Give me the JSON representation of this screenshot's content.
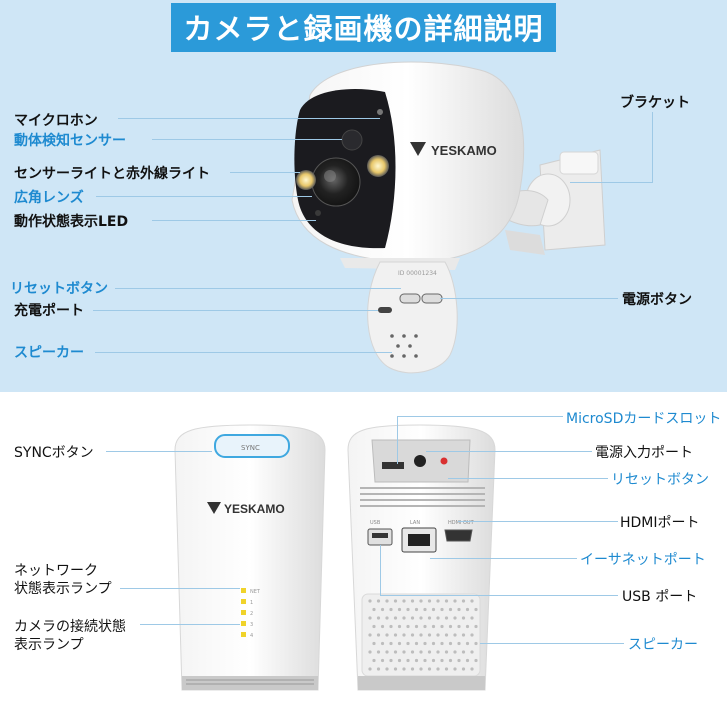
{
  "title": "カメラと録画機の詳細説明",
  "brand": "YESKAMO",
  "sync_text": "SYNC",
  "led_labels": [
    "NET",
    "1",
    "2",
    "3",
    "4"
  ],
  "port_labels": {
    "usb": "USB",
    "lan": "LAN",
    "hdmi": "HDMI OUT"
  },
  "camera_labels": {
    "mic": "マイクロホン",
    "motion": "動体検知センサー",
    "light": "センサーライトと赤外線ライト",
    "lens": "広角レンズ",
    "led": "動作状態表示LED",
    "reset": "リセットボタン",
    "charge": "充電ポート",
    "speaker": "スピーカー",
    "bracket": "ブラケット",
    "power": "電源ボタン"
  },
  "nvr_labels": {
    "sync": "SYNCボタン",
    "network_1": "ネットワーク",
    "network_2": "状態表示ランプ",
    "camera_conn_1": "カメラの接続状態",
    "camera_conn_2": "表示ランプ",
    "microsd": "MicroSDカードスロット",
    "power_in": "電源入力ポート",
    "reset": "リセットボタン",
    "hdmi": "HDMIポート",
    "ethernet": "イーサネットポート",
    "usb": "USB ポート",
    "speaker": "スピーカー"
  },
  "colors": {
    "accent": "#2b9ad9",
    "blue_text": "#1e8ad0",
    "band": "#cfe6f6"
  }
}
